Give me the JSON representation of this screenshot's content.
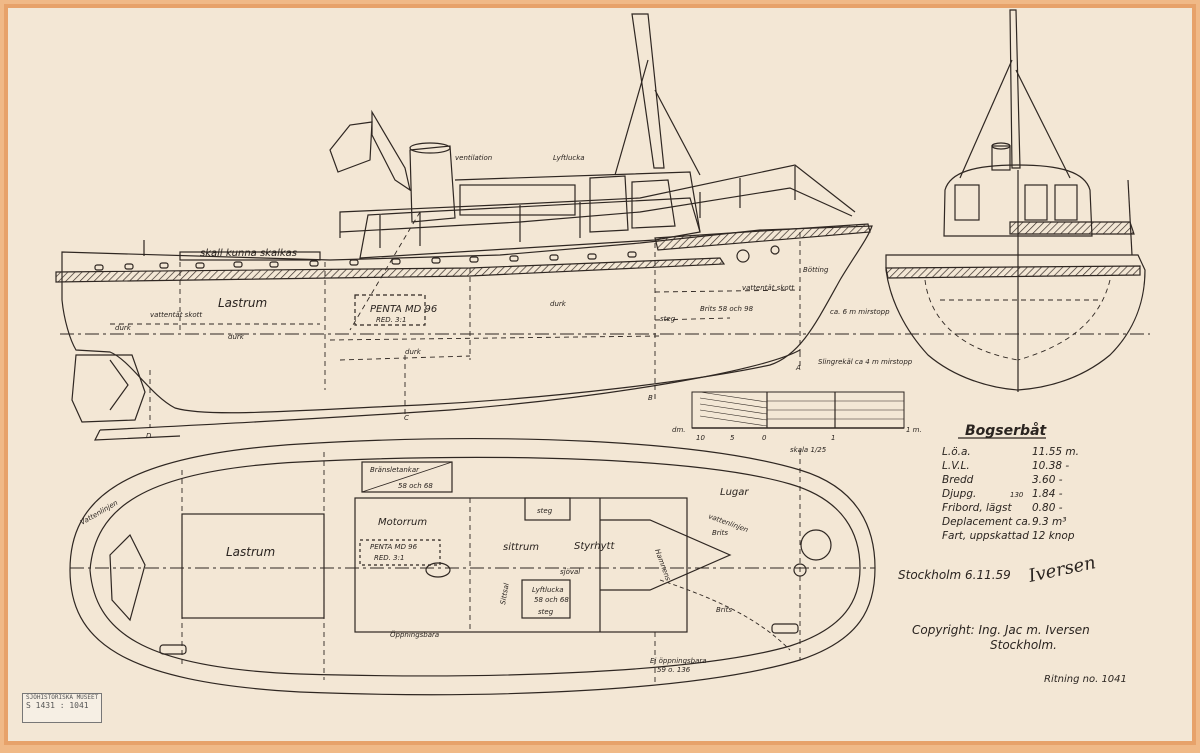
{
  "title": "Bogserbåt",
  "specs": [
    {
      "label": "L.ö.a.",
      "value": "11.55 m."
    },
    {
      "label": "L.V.L.",
      "value": "10.38 -"
    },
    {
      "label": "Bredd",
      "value": "3.60 -"
    },
    {
      "label": "Djupg.",
      "note": "130",
      "value": "1.84 -"
    },
    {
      "label": "Fribord, lägst",
      "value": "0.80 -"
    },
    {
      "label": "Deplacement ca.",
      "value": "9.3 m³"
    },
    {
      "label": "Fart, uppskattad",
      "value": "12 knop"
    }
  ],
  "place_date": "Stockholm 6.11.59",
  "signature": "Iversen",
  "copyright_line1": "Copyright: Ing. Jac m. Iversen",
  "copyright_line2": "Stockholm.",
  "drawing_no": "Ritning no. 1041",
  "scale": {
    "label": "skala 1/25",
    "start": "dm.",
    "end": "1 m.",
    "ticks": [
      "10",
      "5",
      "0",
      "1"
    ]
  },
  "side_labels": {
    "hatch_note": "skall kunna skalkas",
    "ventilation": "ventilation",
    "lyftlucka": "Lyftlucka",
    "lastrum": "Lastrum",
    "vattentat_skott_aft": "vattentät skott",
    "vattentat_skott_fwd": "vattentät skott",
    "engine": "PENTA MD 96",
    "engine_red": "RED. 3:1",
    "durk1": "durk",
    "durk2": "durk",
    "durk3": "durk",
    "durk4": "durk",
    "steg": "steg",
    "brits": "Brits 58 och 98",
    "bolting": "Bötting",
    "mast_note": "ca. 6 m mirstopp",
    "rail_note": "Slingrekäl ca 4 m mirstopp",
    "sec_a": "A",
    "sec_b": "B",
    "sec_c": "C",
    "sec_d": "D"
  },
  "plan_labels": {
    "vattenlinjen_left": "Vattenlinjen",
    "lastrum": "Lastrum",
    "bransletankar": "Bränsletankar",
    "bransle_sub": "58 och 68",
    "motorrum": "Motorrum",
    "engine": "PENTA MD 96",
    "engine_red": "RED. 3:1",
    "sittrum": "sittrum",
    "styrhytt": "Styrhytt",
    "steg": "steg",
    "lyftlucka": "Lyftlucka",
    "lyft_sub": "58 och 68",
    "lyft_steg": "steg",
    "oppningsbara_1": "Öppningsbara",
    "oppningsbara_2": "Ej öppningsbara",
    "oppningsbara_2_sub": "59 o. 136",
    "lugar": "Lugar",
    "vattenlinjen_right": "vattenlinjen",
    "brits": "Brits",
    "brits2": "Brits",
    "hamnens": "Hamnens",
    "sjoval": "sjöval",
    "sittsal": "Sittsal"
  },
  "stamp_lines": [
    "SJÖHISTORISKA MUSEET",
    "S 1431 : 1041"
  ]
}
